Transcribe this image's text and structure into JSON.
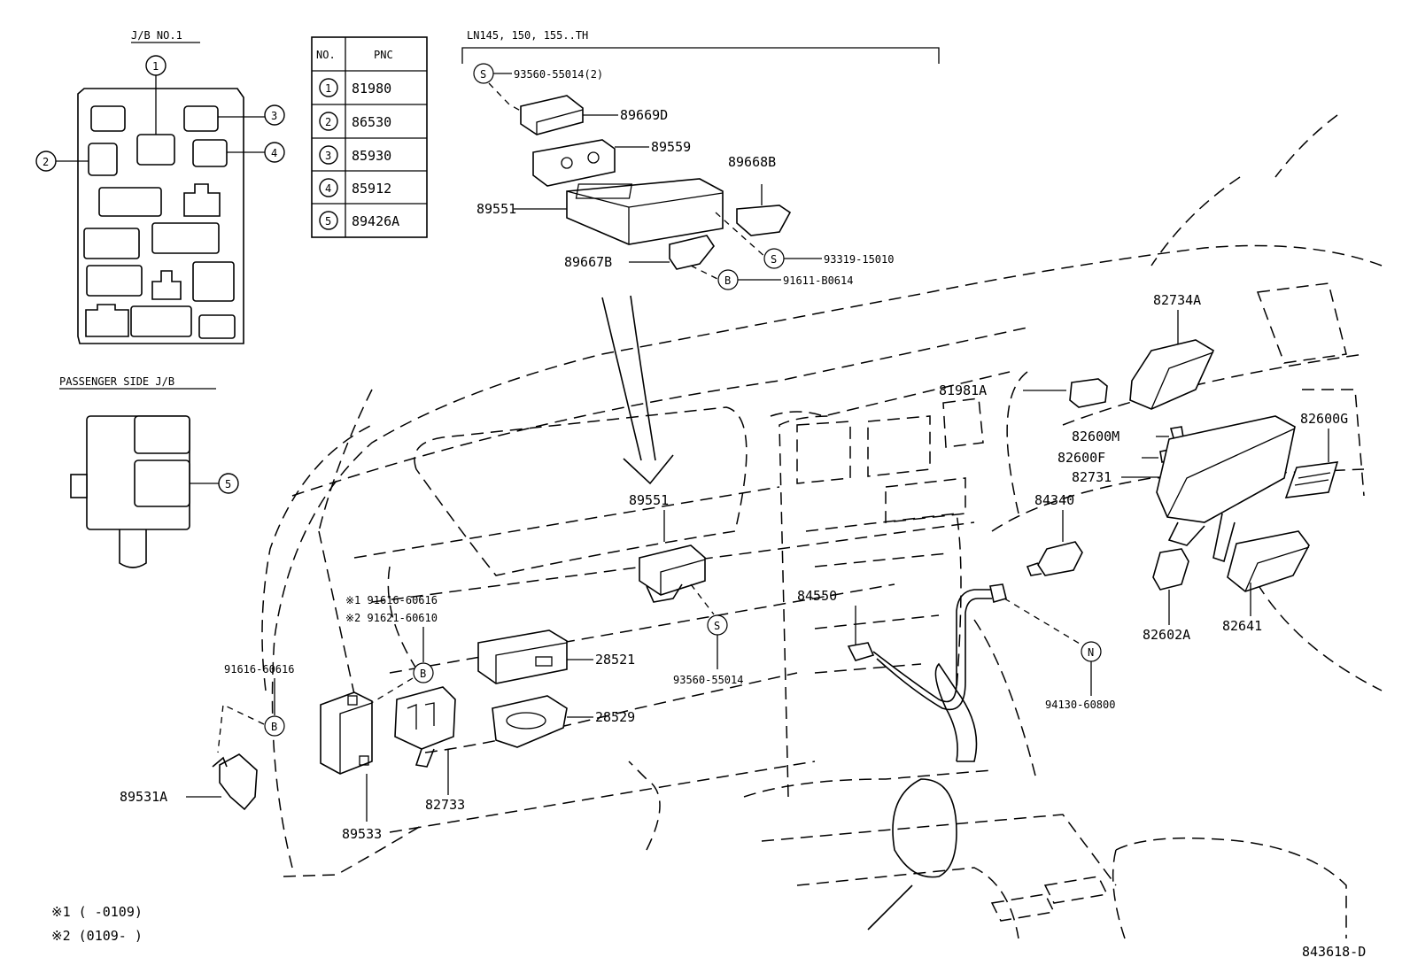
{
  "headers": {
    "jb_no1": "J/B NO.1",
    "passenger_jb": "PASSENGER SIDE J/B",
    "model_range": "LN145, 150, 155..TH"
  },
  "pnc_table": {
    "col_no": "NO.",
    "col_pnc": "PNC",
    "rows": [
      {
        "no": "1",
        "pnc": "81980"
      },
      {
        "no": "2",
        "pnc": "86530"
      },
      {
        "no": "3",
        "pnc": "85930"
      },
      {
        "no": "4",
        "pnc": "85912"
      },
      {
        "no": "5",
        "pnc": "89426A"
      }
    ]
  },
  "callouts": {
    "c1": "1",
    "c2": "2",
    "c3": "3",
    "c4": "4",
    "c5": "5",
    "s_letter": "S",
    "b_letter": "B",
    "n_letter": "N"
  },
  "parts": {
    "p93560_55014_2": "93560-55014(2)",
    "p89669D": "89669D",
    "p89559": "89559",
    "p89668B": "89668B",
    "p89551_top": "89551",
    "p93319_15010": "93319-15010",
    "p89667B": "89667B",
    "p91611_B0614": "91611-B0614",
    "p82734A": "82734A",
    "p81981A": "81981A",
    "p82600G": "82600G",
    "p82600M": "82600M",
    "p82600F": "82600F",
    "p82731": "82731",
    "p84340": "84340",
    "p89551_mid": "89551",
    "p84550": "84550",
    "p82602A": "82602A",
    "p82641": "82641",
    "p91616_60616_a": "※1 91616-60616",
    "p91621_60610": "※2 91621-60610",
    "p91616_60616_b": "91616-60616",
    "p28521": "28521",
    "p93560_55014": "93560-55014",
    "p94130_60800": "94130-60800",
    "p28529": "28529",
    "p89531A": "89531A",
    "p82733": "82733",
    "p89533": "89533"
  },
  "footnotes": {
    "f1": "※1 (     -0109)",
    "f2": "※2 (0109-     )"
  },
  "diagram_id": "843618-D"
}
